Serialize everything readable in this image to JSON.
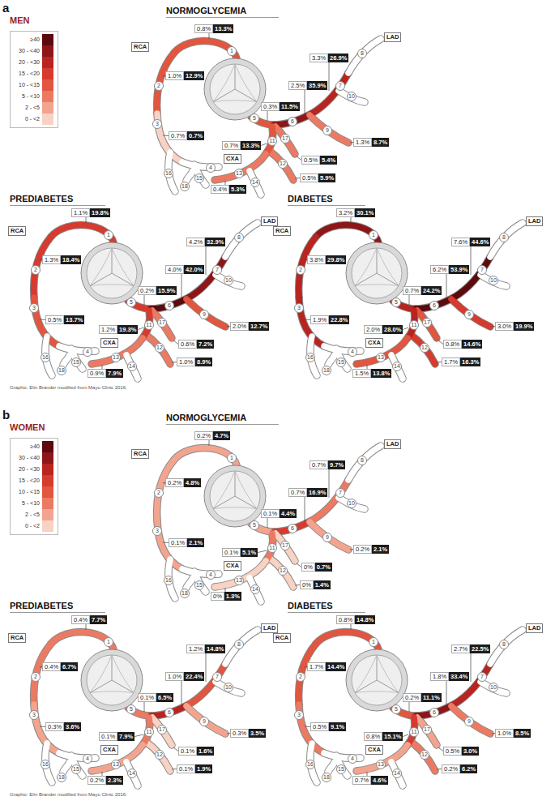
{
  "diagram": {
    "labels": [
      "a",
      "MEN",
      "NORMOGLYCEMIA",
      "RCA",
      "LAD",
      "CXA",
      "1",
      "2",
      "3",
      "4",
      "5",
      "6",
      "7",
      "8",
      "9",
      "10",
      "11",
      "12",
      "13",
      "14",
      "15",
      "16",
      "17",
      "18",
      "0.8%",
      "13.3%",
      "1.0%",
      "12.9%",
      "0.7%",
      "0.7%",
      "0.3%",
      "11.5%",
      "2.5%",
      "35.9%",
      "3.3%",
      "26.9%",
      "1.3%",
      "8.7%",
      "0.5%",
      "5.4%",
      "0.5%",
      "5.9%",
      "0.7%",
      "13.3%",
      "0.4%",
      "5.3%",
      "PREDIABETES",
      "RCA",
      "LAD",
      "CXA",
      "1",
      "2",
      "3",
      "4",
      "5",
      "6",
      "7",
      "8",
      "9",
      "10",
      "11",
      "12",
      "13",
      "14",
      "15",
      "16",
      "17",
      "18",
      "1.1%",
      "19.8%",
      "1.3%",
      "18.4%",
      "0.5%",
      "13.7%",
      "0.2%",
      "15.9%",
      "4.0%",
      "42.0%",
      "4.2%",
      "32.9%",
      "2.0%",
      "12.7%",
      "0.6%",
      "7.2%",
      "1.0%",
      "8.9%",
      "1.2%",
      "19.3%",
      "0.9%",
      "7.9%",
      "DIABETES",
      "RCA",
      "LAD",
      "CXA",
      "1",
      "2",
      "3",
      "4",
      "5",
      "6",
      "7",
      "8",
      "9",
      "10",
      "11",
      "12",
      "13",
      "14",
      "15",
      "16",
      "17",
      "18",
      "3.2%",
      "30.1%",
      "3.8%",
      "29.8%",
      "1.9%",
      "22.8%",
      "0.7%",
      "24.2%",
      "6.2%",
      "53.9%",
      "7.6%",
      "44.6%",
      "3.0%",
      "19.9%",
      "0.8%",
      "14.6%",
      "1.7%",
      "16.3%",
      "2.0%",
      "28.0%",
      "1.5%",
      "13.8%",
      "Graphic: Elin Brander modified from Mayo Clinic 2016.",
      "b",
      "WOMEN",
      "NORMOGLYCEMIA",
      "RCA",
      "LAD",
      "CXA",
      "1",
      "2",
      "3",
      "4",
      "5",
      "6",
      "7",
      "8",
      "9",
      "10",
      "11",
      "12",
      "13",
      "14",
      "15",
      "16",
      "17",
      "18",
      "0.2%",
      "4.7%",
      "0.2%",
      "4.8%",
      "0.1%",
      "2.1%",
      "0.1%",
      "4.4%",
      "0.7%",
      "16.9%",
      "0.7%",
      "9.7%",
      "0.2%",
      "2.1%",
      "0%",
      "0.7%",
      "0%",
      "1.4%",
      "0.1%",
      "5.1%",
      "0%",
      "1.3%",
      "PREDIABETES",
      "RCA",
      "LAD",
      "CXA",
      "1",
      "2",
      "3",
      "4",
      "5",
      "6",
      "7",
      "8",
      "9",
      "10",
      "11",
      "12",
      "13",
      "14",
      "15",
      "16",
      "17",
      "18",
      "0.4%",
      "7.7%",
      "0.4%",
      "6.7%",
      "0.3%",
      "3.6%",
      "0.1%",
      "6.5%",
      "1.0%",
      "22.4%",
      "1.2%",
      "14.8%",
      "0.3%",
      "3.5%",
      "0.1%",
      "1.6%",
      "0.1%",
      "1.9%",
      "0.1%",
      "7.9%",
      "0.2%",
      "2.3%",
      "DIABETES",
      "RCA",
      "LAD",
      "CXA",
      "1",
      "2",
      "3",
      "4",
      "5",
      "6",
      "7",
      "8",
      "9",
      "10",
      "11",
      "12",
      "13",
      "14",
      "15",
      "16",
      "17",
      "18",
      "0.8%",
      "14.8%",
      "1.7%",
      "14.4%",
      "0.5%",
      "9.1%",
      "0.2%",
      "11.1%",
      "1.8%",
      "33.4%",
      "2.7%",
      "22.5%",
      "1.0%",
      "8.5%",
      "0.5%",
      "3.0%",
      "0.2%",
      "6.2%",
      "0.8%",
      "15.1%",
      "0.7%",
      "4.6%",
      "Graphic: Elin Brander modified from Mayo Clinic 2016."
    ],
    "legend": [
      {
        "text": "≥40",
        "color": "#5c0a0e"
      },
      {
        "text": "30 - <40",
        "color": "#8e1518"
      },
      {
        "text": "20 - <30",
        "color": "#b8241f"
      },
      {
        "text": "15 - <20",
        "color": "#d73a2e"
      },
      {
        "text": "10 - <15",
        "color": "#e2553f"
      },
      {
        "text": "5 - <10",
        "color": "#ec7a63"
      },
      {
        "text": "2 - <5",
        "color": "#f3a48e"
      },
      {
        "text": "0 - <2",
        "color": "#f8d2c3"
      },
      {
        "text": "≥40",
        "color": "#5c0a0e"
      },
      {
        "text": "30 - <40",
        "color": "#8e1518"
      },
      {
        "text": "20 - <30",
        "color": "#b8241f"
      },
      {
        "text": "15 - <20",
        "color": "#d73a2e"
      },
      {
        "text": "10 - <15",
        "color": "#e2553f"
      },
      {
        "text": "5 - <10",
        "color": "#ec7a63"
      },
      {
        "text": "2 - <5",
        "color": "#f3a48e"
      },
      {
        "text": "0 - <2",
        "color": "#f8d2c3"
      }
    ]
  }
}
